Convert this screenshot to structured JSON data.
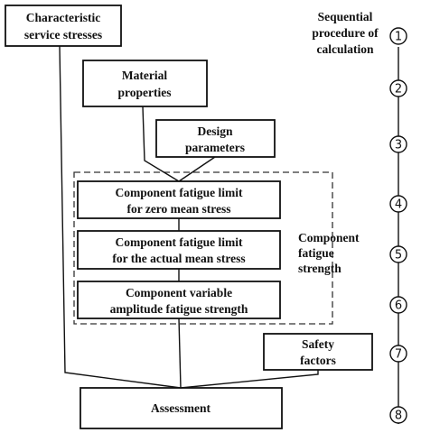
{
  "boxes": {
    "characteristic_service_stresses": [
      "Characteristic",
      "service stresses"
    ],
    "material_properties": [
      "Material",
      "properties"
    ],
    "design_parameters": [
      "Design",
      "parameters"
    ],
    "fatigue_limit_zero_mean": [
      "Component fatigue limit",
      "for zero mean stress"
    ],
    "fatigue_limit_actual_mean": [
      "Component fatigue limit",
      "for the actual mean stress"
    ],
    "variable_amplitude": [
      "Component variable",
      "amplitude fatigue strength"
    ],
    "safety_factors": [
      "Safety",
      "factors"
    ],
    "assessment": [
      "Assessment"
    ]
  },
  "group_label": [
    "Component",
    "fatigue",
    "strength"
  ],
  "sequence_title": [
    "Sequential",
    "procedure of",
    "calculation"
  ],
  "steps": [
    "1",
    "2",
    "3",
    "4",
    "5",
    "6",
    "7",
    "8"
  ]
}
